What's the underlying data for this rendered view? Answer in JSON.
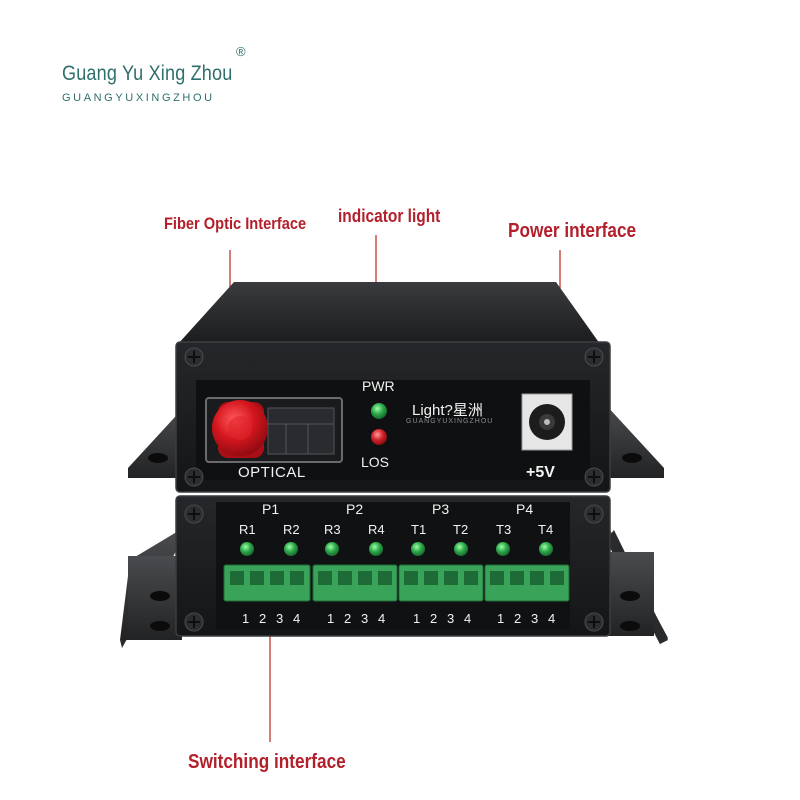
{
  "brand": {
    "name": "Guang Yu Xing Zhou",
    "sub": "GUANGYUXINGZHOU",
    "registered": "®"
  },
  "callouts": {
    "fiber": "Fiber Optic Interface",
    "indicator": "indicator light",
    "power": "Power interface",
    "switching": "Switching interface"
  },
  "top_unit": {
    "optical_label": "OPTICAL",
    "pwr_label": "PWR",
    "los_label": "LOS",
    "logo_text": "Light?星洲",
    "logo_sub": "GUANGYUXINGZHOU",
    "voltage": "+5V",
    "pwr_led_color": "#2ea84a",
    "los_led_color": "#d2222a"
  },
  "bottom_unit": {
    "groups": [
      {
        "name": "P1",
        "channels": [
          "R1",
          "R2"
        ]
      },
      {
        "name": "P2",
        "channels": [
          "R3",
          "R4"
        ]
      },
      {
        "name": "P3",
        "channels": [
          "T1",
          "T2"
        ]
      },
      {
        "name": "P4",
        "channels": [
          "T3",
          "T4"
        ]
      }
    ],
    "pin_numbers": [
      "1",
      "2",
      "3",
      "4"
    ],
    "led_color": "#2ea84a",
    "terminal_color": "#3aa35a"
  },
  "colors": {
    "callout_red": "#b31f2b",
    "brand_teal": "#2f6f6c",
    "chassis": "#1e1f21"
  }
}
